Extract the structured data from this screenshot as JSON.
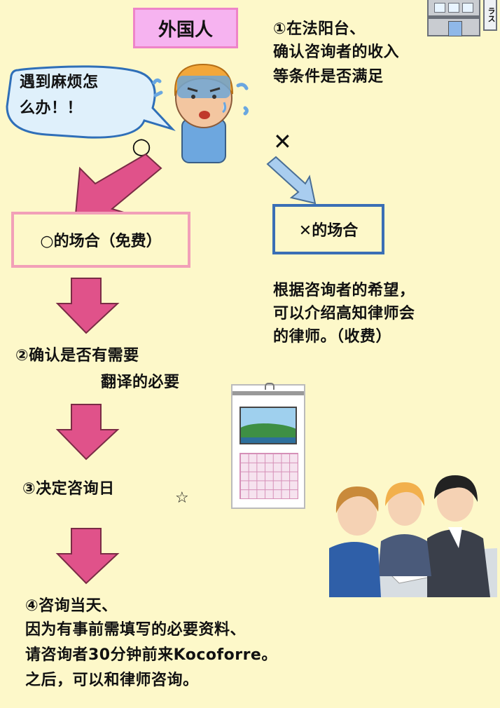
{
  "title": "外国人",
  "step1": [
    "①在法阳台、",
    "确认咨询者的收入",
    "等条件是否满足"
  ],
  "bubble": [
    "遇到麻烦怎",
    "么办！！"
  ],
  "mark_ok": "○",
  "mark_ng": "✕",
  "ok_box": "○的场合（免费）",
  "ng_box": "✕的场合",
  "ng_text": [
    "根据咨询者的希望，",
    "可以介绍高知律师会",
    "的律师。（收费）"
  ],
  "step2": [
    "②确认是否有需要",
    "翻译的必要"
  ],
  "step3": "③决定咨询日",
  "star": "☆",
  "building_sign": "ラス",
  "step4": [
    "④咨询当天、",
    "因为有事前需填写的必要资料、",
    "请咨询者30分钟前来Kocoforre。",
    "之后，可以和律师咨询。"
  ],
  "colors": {
    "background": "#fdf8c9",
    "pink": "#e0528a",
    "blue_arrow": "#a9cdef",
    "blue_border": "#3a6fb5",
    "pink_border": "#f2a0b8",
    "title_bg": "#f6b3f0"
  }
}
